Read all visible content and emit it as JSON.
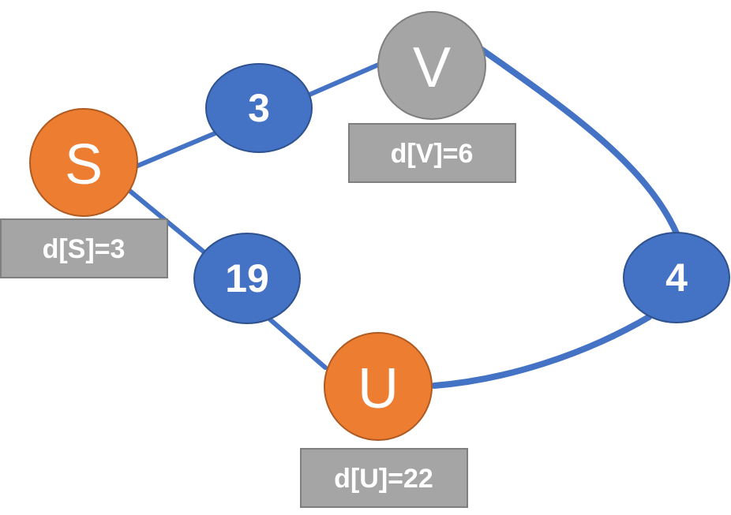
{
  "colors": {
    "visited_vertex": "#ed7d31",
    "unvisited_vertex": "#a5a5a5",
    "weight_node": "#4472c4",
    "edge": "#4472c4",
    "distance_box": "#a5a5a5",
    "text": "#ffffff"
  },
  "vertices": [
    {
      "id": "S",
      "label": "S",
      "state": "visited"
    },
    {
      "id": "V",
      "label": "V",
      "state": "unvisited"
    },
    {
      "id": "U",
      "label": "U",
      "state": "visited"
    }
  ],
  "weights": [
    {
      "id": "w3",
      "label": "3",
      "from": "S",
      "to": "V"
    },
    {
      "id": "w19",
      "label": "19",
      "from": "S",
      "to": "U"
    },
    {
      "id": "w4",
      "label": "4",
      "from": "V",
      "to": "U"
    }
  ],
  "distances": [
    {
      "vertex": "S",
      "label": "d[S]=3"
    },
    {
      "vertex": "V",
      "label": "d[V]=6"
    },
    {
      "vertex": "U",
      "label": "d[U]=22"
    }
  ]
}
